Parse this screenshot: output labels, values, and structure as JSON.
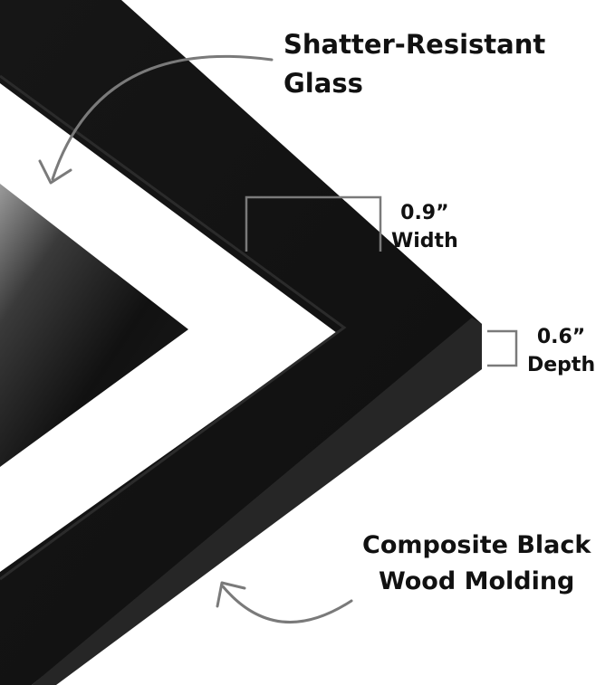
{
  "product": {
    "glass_label": [
      "Shatter-Resistant",
      "Glass"
    ],
    "width": {
      "value": "0.9”",
      "label": "Width"
    },
    "depth": {
      "value": "0.6”",
      "label": "Depth"
    },
    "molding_label": [
      "Composite Black",
      "Wood Molding"
    ]
  },
  "colors": {
    "frame": "#141414",
    "frame_edge": "#2a2a2a",
    "mat": "#ffffff",
    "photo_dark": "#111111",
    "photo_light": "#8a8a8a",
    "callout_line": "#7a7a7a",
    "text": "#111111"
  }
}
